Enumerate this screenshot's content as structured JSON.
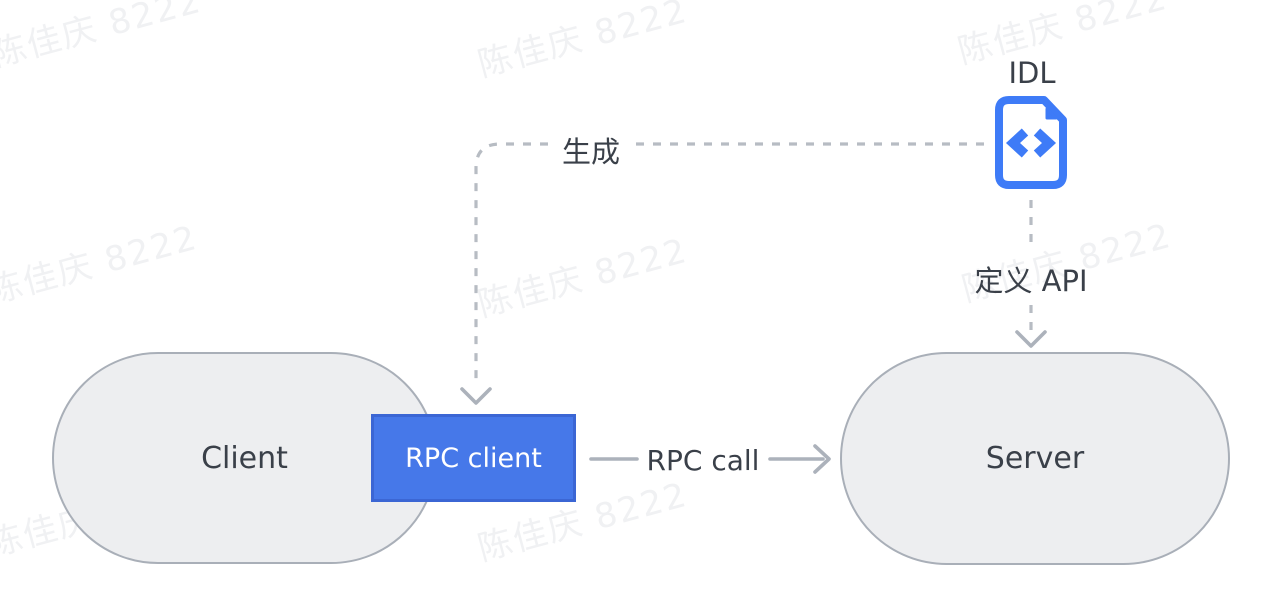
{
  "watermark": {
    "text": "陈佳庆 8222"
  },
  "colors": {
    "icon_blue": "#3e7bf7",
    "rpc_box_fill": "#4678e9",
    "rpc_box_border": "#3b66d4",
    "node_fill": "#edeef0",
    "node_border": "#a9afb8",
    "solid_line_gray": "#acb2bb",
    "dashed_line_gray": "#b7bcc3",
    "text_dark": "#3a4049",
    "text_on_blue": "#ffffff"
  },
  "nodes": {
    "client": {
      "label": "Client"
    },
    "rpc_client": {
      "label": "RPC client"
    },
    "server": {
      "label": "Server"
    },
    "idl": {
      "label": "IDL",
      "icon": "file-code-icon"
    }
  },
  "edges": {
    "generate": {
      "label": "生成",
      "style": "dashed",
      "from": "idl",
      "to": "rpc_client"
    },
    "define_api": {
      "label": "定义 API",
      "style": "dashed",
      "from": "idl",
      "to": "server"
    },
    "rpc_call": {
      "label": "RPC call",
      "style": "solid",
      "from": "rpc_client",
      "to": "server"
    }
  }
}
